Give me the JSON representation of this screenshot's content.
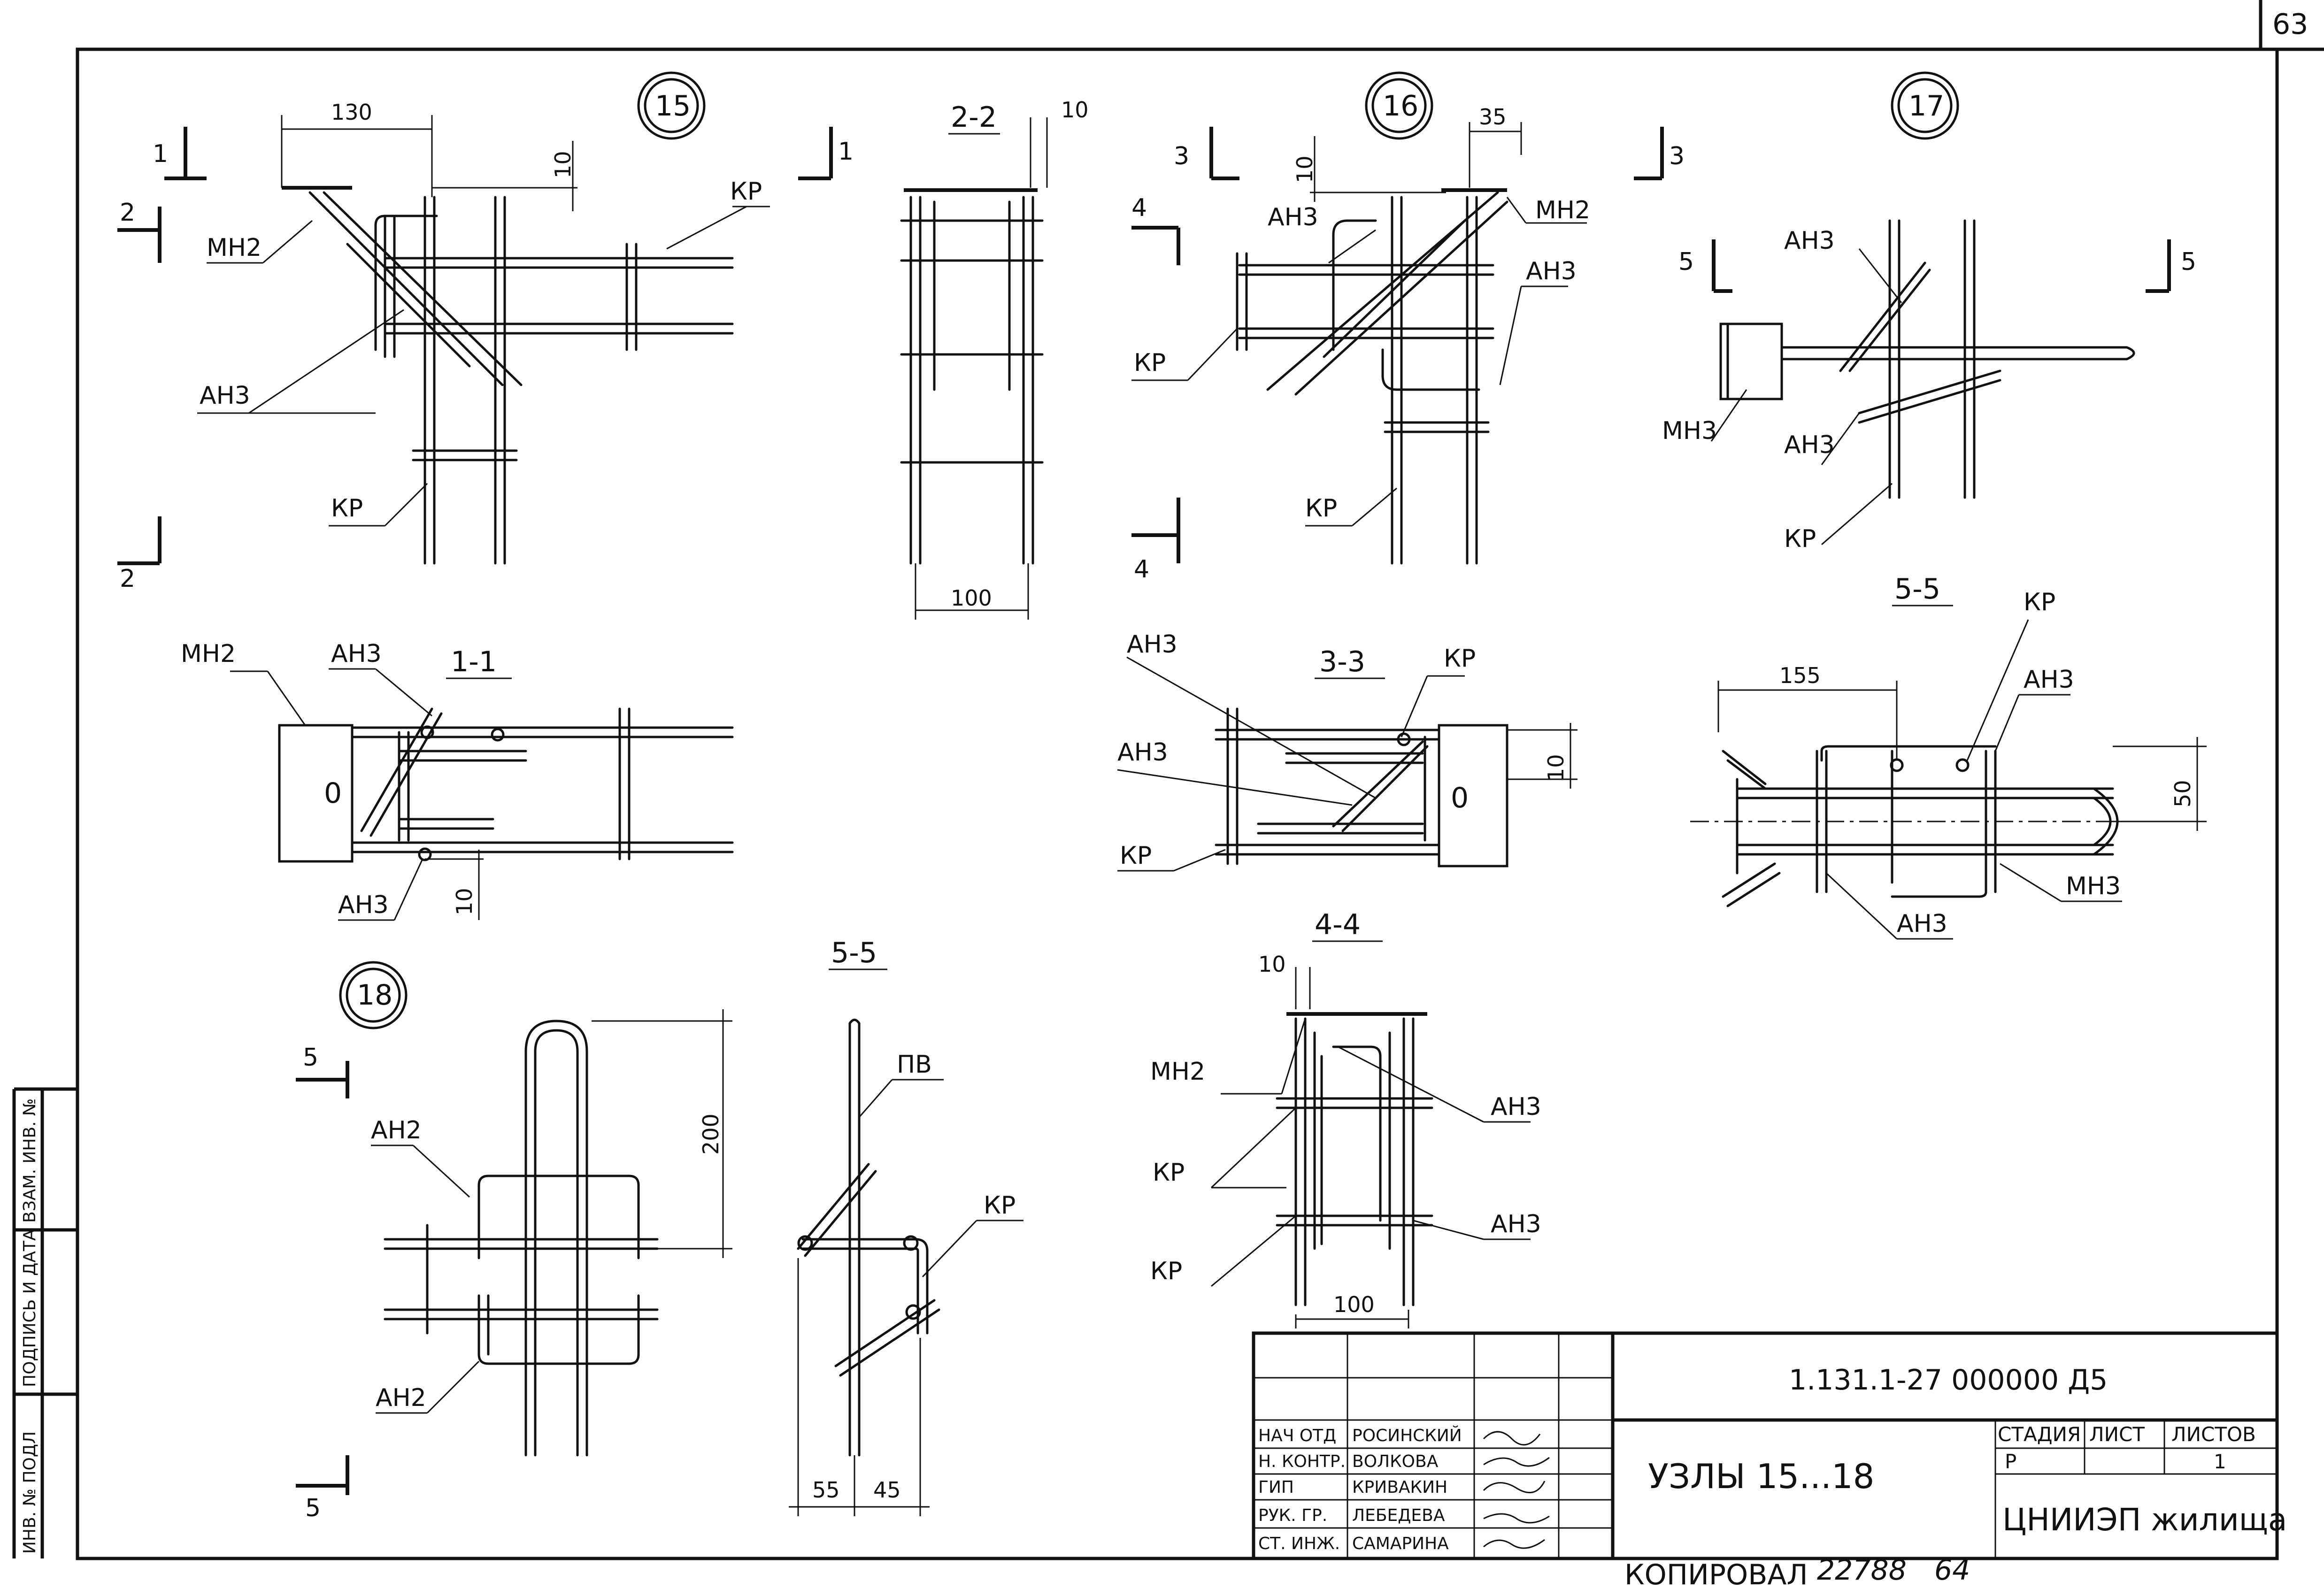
{
  "page_number": "63",
  "nodes": {
    "n15": {
      "number": "15",
      "dim_width": "130",
      "dim_offset": "10",
      "cut1": "1",
      "cut2": "2",
      "labels": [
        "МН2",
        "АН3",
        "КР",
        "КР"
      ]
    },
    "n16": {
      "number": "16",
      "dim_width": "35",
      "dim_offset": "10",
      "cut3": "3",
      "cut4": "4",
      "labels": [
        "АН3",
        "МН2",
        "АН3",
        "КР",
        "КР"
      ]
    },
    "n17": {
      "number": "17",
      "cut5": "5",
      "labels": [
        "АН3",
        "МН3",
        "АН3",
        "КР"
      ]
    },
    "n18": {
      "number": "18",
      "dim_height": "200",
      "cut5": "5",
      "labels": [
        "АН2",
        "АН2"
      ]
    }
  },
  "sections": {
    "s1_1": {
      "title": "1-1",
      "labels": [
        "МН2",
        "АН3",
        "АН3"
      ],
      "dim": "10",
      "plate_mark": "0"
    },
    "s2_2": {
      "title": "2-2",
      "dim_top": "10",
      "dim_bottom": "100"
    },
    "s3_3": {
      "title": "3-3",
      "labels": [
        "АН3",
        "КР",
        "АН3",
        "КР"
      ],
      "dim": "10",
      "plate_mark": "0"
    },
    "s4_4": {
      "title": "4-4",
      "dim_top": "10",
      "dim_bottom": "100",
      "labels": [
        "МН2",
        "АН3",
        "КР",
        "АН3",
        "КР"
      ]
    },
    "s5_5_right": {
      "title": "5-5",
      "dim_width": "155",
      "dim_height": "50",
      "labels": [
        "КР",
        "АН3",
        "МН3",
        "АН3"
      ]
    },
    "s5_5_bottom": {
      "title": "5-5",
      "dim_left": "55",
      "dim_right": "45",
      "labels": [
        "ПВ",
        "КР"
      ]
    }
  },
  "title_block": {
    "doc_code": "1.131.1-27   000000 Д5",
    "sheet_title": "УЗЛЫ  15...18",
    "stage_header": "СТАДИЯ",
    "sheet_header": "ЛИСТ",
    "sheets_header": "ЛИСТОВ",
    "stage": "Р",
    "sheet": "",
    "sheets": "1",
    "organization": "ЦНИИЭП жилища",
    "people": [
      {
        "role": "НАЧ ОТД",
        "name": "РОСИНСКИЙ"
      },
      {
        "role": "Н. КОНТР.",
        "name": "ВОЛКОВА"
      },
      {
        "role": "ГИП",
        "name": "КРИВАКИН"
      },
      {
        "role": "РУК. ГР.",
        "name": "ЛЕБЕДЕВА"
      },
      {
        "role": "СТ. ИНЖ.",
        "name": "САМАРИНА"
      }
    ]
  },
  "side_stamp": {
    "inv_podl": "ИНВ. № ПОДЛ",
    "sign_date": "ПОДПИСЬ И ДАТА",
    "vzam": "ВЗАМ. ИНВ. №"
  },
  "footer": {
    "copied_label": "КОПИРОВАЛ",
    "number": "22788",
    "extra": "64"
  }
}
